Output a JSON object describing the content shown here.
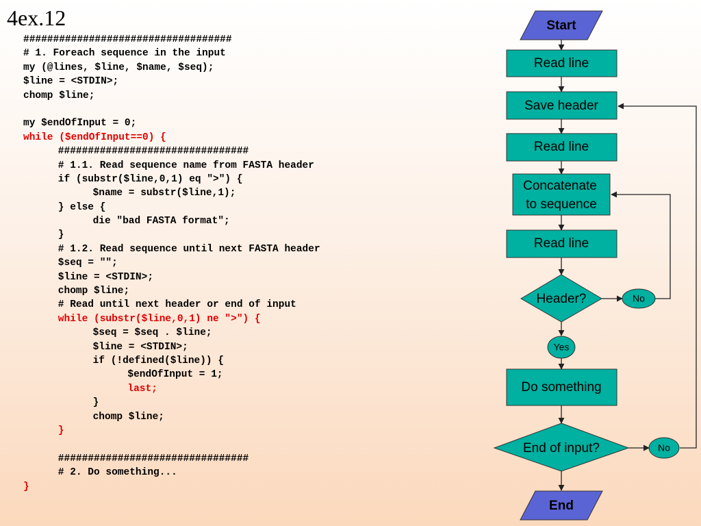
{
  "slide": {
    "title": "4ex.12"
  },
  "code": {
    "lines": [
      {
        "text": "###################################",
        "indent": 0,
        "red": false
      },
      {
        "text": "# 1. Foreach sequence in the input",
        "indent": 0,
        "red": false
      },
      {
        "text": "my (@lines, $line, $name, $seq);",
        "indent": 0,
        "red": false
      },
      {
        "text": "$line = <STDIN>;",
        "indent": 0,
        "red": false
      },
      {
        "text": "chomp $line;",
        "indent": 0,
        "red": false
      },
      {
        "text": "",
        "indent": 0,
        "red": false
      },
      {
        "text": "my $endOfInput = 0;",
        "indent": 0,
        "red": false
      },
      {
        "text": "while ($endOfInput==0) {",
        "indent": 0,
        "red": true
      },
      {
        "text": "################################",
        "indent": 1,
        "red": false
      },
      {
        "text": "# 1.1. Read sequence name from FASTA header",
        "indent": 1,
        "red": false
      },
      {
        "text": "if (substr($line,0,1) eq \">\") {",
        "indent": 1,
        "red": false
      },
      {
        "text": "$name = substr($line,1);",
        "indent": 2,
        "red": false
      },
      {
        "text": "} else {",
        "indent": 1,
        "red": false
      },
      {
        "text": "die \"bad FASTA format\";",
        "indent": 2,
        "red": false
      },
      {
        "text": "}",
        "indent": 1,
        "red": false
      },
      {
        "text": "# 1.2. Read sequence until next FASTA header",
        "indent": 1,
        "red": false
      },
      {
        "text": "$seq = \"\";",
        "indent": 1,
        "red": false
      },
      {
        "text": "$line = <STDIN>;",
        "indent": 1,
        "red": false
      },
      {
        "text": "chomp $line;",
        "indent": 1,
        "red": false
      },
      {
        "text": "# Read until next header or end of input",
        "indent": 1,
        "red": false
      },
      {
        "text": "while (substr($line,0,1) ne \">\") {",
        "indent": 1,
        "red": true
      },
      {
        "text": "$seq = $seq . $line;",
        "indent": 2,
        "red": false
      },
      {
        "text": "$line = <STDIN>;",
        "indent": 2,
        "red": false
      },
      {
        "text": "if (!defined($line)) {",
        "indent": 2,
        "red": false
      },
      {
        "text": "$endOfInput = 1;",
        "indent": 3,
        "red": false
      },
      {
        "text": "last;",
        "indent": 3,
        "red": true
      },
      {
        "text": "}",
        "indent": 2,
        "red": false
      },
      {
        "text": "chomp $line;",
        "indent": 2,
        "red": false
      },
      {
        "text": "}",
        "indent": 1,
        "red": true
      },
      {
        "text": "",
        "indent": 0,
        "red": false
      },
      {
        "text": "################################",
        "indent": 1,
        "red": false
      },
      {
        "text": "# 2. Do something...",
        "indent": 1,
        "red": false
      },
      {
        "text": "}",
        "indent": 0,
        "red": true
      }
    ]
  },
  "flowchart": {
    "colors": {
      "process_fill": "#00b0a0",
      "io_fill": "#5b64d4",
      "stroke": "#333333",
      "arrow": "#222222"
    },
    "start": "Start",
    "read_line_1": "Read line",
    "save_header": "Save header",
    "read_line_2": "Read line",
    "concatenate_1": "Concatenate",
    "concatenate_2": "to sequence",
    "read_line_3": "Read line",
    "header_decision": "Header?",
    "no_1": "No",
    "yes": "Yes",
    "do_something": "Do something",
    "end_decision": "End of input?",
    "no_2": "No",
    "end": "End"
  }
}
